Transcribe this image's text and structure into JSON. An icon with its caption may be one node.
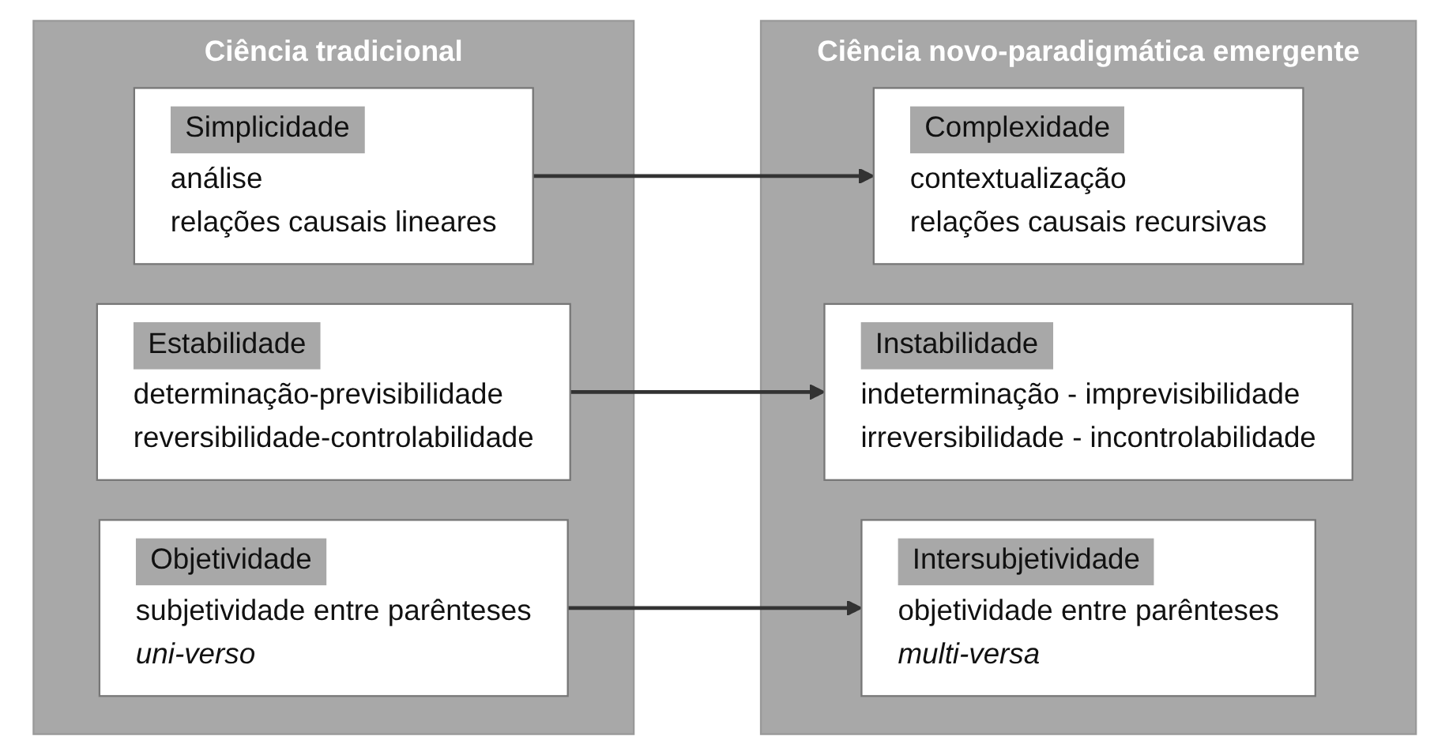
{
  "diagram": {
    "nodes": [
      {
        "text": [
          "Ciência tradicional"
        ]
      },
      {
        "text": [
          "Simplicidade",
          "análise",
          "relações causais lineares"
        ],
        "in": 0
      },
      {
        "text": [
          "Estabilidade",
          "determinação-previsibilidade",
          "reversibilidade-controlabilidade"
        ],
        "in": 0
      },
      {
        "text": [
          "Objetividade",
          "subjetividade entre parênteses",
          "uni-verso"
        ],
        "in": 0
      },
      {
        "text": [
          "Ciência novo-paradigmática emergente"
        ]
      },
      {
        "text": [
          "Complexidade",
          "contextualização",
          "relações causais recursivas"
        ],
        "in": 4
      },
      {
        "text": [
          "Instabilidade",
          "indeterminação - imprevisibilidade",
          "irreversibilidade - incontrolabilidade"
        ],
        "in": 4
      },
      {
        "text": [
          "Intersubjetividade",
          "objetividade entre parênteses",
          "multi-versa"
        ],
        "in": 4
      }
    ],
    "edges": [
      {
        "from": 1,
        "to": 5,
        "arrow": "to"
      },
      {
        "from": 2,
        "to": 6,
        "arrow": "to"
      },
      {
        "from": 3,
        "to": 7,
        "arrow": "to"
      }
    ]
  }
}
